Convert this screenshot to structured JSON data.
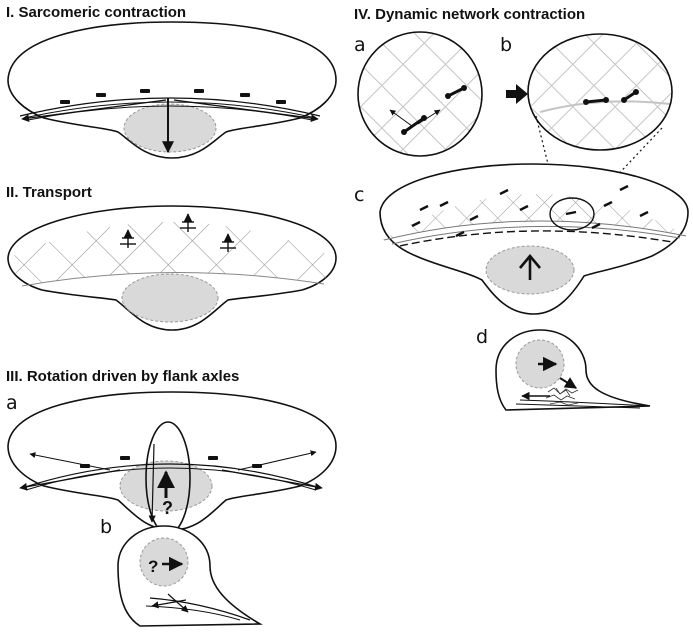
{
  "panels": {
    "p1": {
      "title": "I. Sarcomeric contraction"
    },
    "p2": {
      "title": "II. Transport"
    },
    "p3": {
      "title": "III.  Rotation driven by flank axles",
      "sub_a": "a",
      "sub_b": "b",
      "question_mark": "?"
    },
    "p4": {
      "title": "IV. Dynamic network contraction",
      "sub_a": "a",
      "sub_b": "b",
      "sub_c": "c",
      "sub_d": "d"
    }
  },
  "colors": {
    "outline": "#111111",
    "nucleus_fill": "#d9d9d9",
    "network_line": "#8a8a8a",
    "zoom_network_line": "#c4c4c4"
  },
  "icons": {
    "transition_arrow": "right-arrow-icon"
  }
}
